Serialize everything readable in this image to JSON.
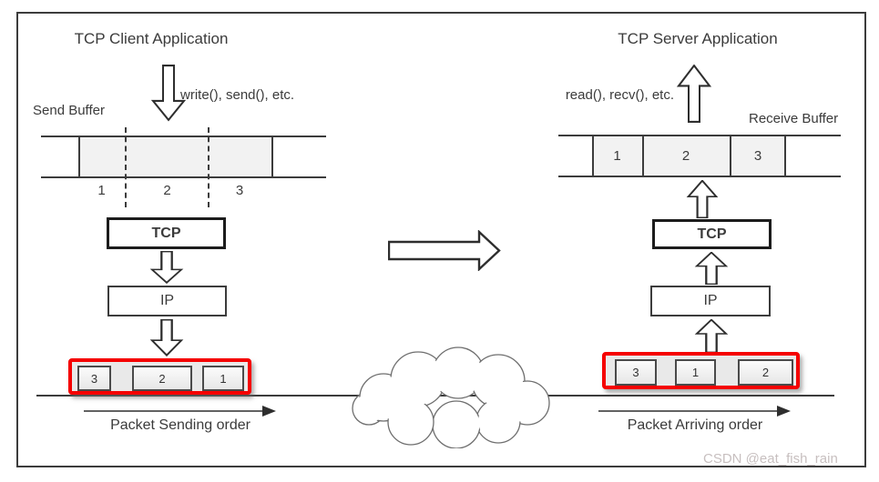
{
  "left": {
    "title": "TCP Client Application",
    "api_label": "write(), send(), etc.",
    "buffer_label": "Send Buffer",
    "buffer_segments": [
      "1",
      "2",
      "3"
    ],
    "tcp_label": "TCP",
    "ip_label": "IP",
    "packets": [
      "3",
      "2",
      "1"
    ],
    "order_label": "Packet Sending order"
  },
  "right": {
    "title": "TCP Server Application",
    "api_label": "read(), recv(), etc.",
    "buffer_label": "Receive Buffer",
    "buffer_segments": [
      "1",
      "2",
      "3"
    ],
    "tcp_label": "TCP",
    "ip_label": "IP",
    "packets": [
      "3",
      "1",
      "2"
    ],
    "order_label": "Packet Arriving order"
  },
  "watermark": "CSDN @eat_fish_rain",
  "colors": {
    "accent_red": "#f50000",
    "line": "#3c3c3c",
    "buffer_fill": "#f2f2f2",
    "watermark": "#c7bfbf"
  }
}
